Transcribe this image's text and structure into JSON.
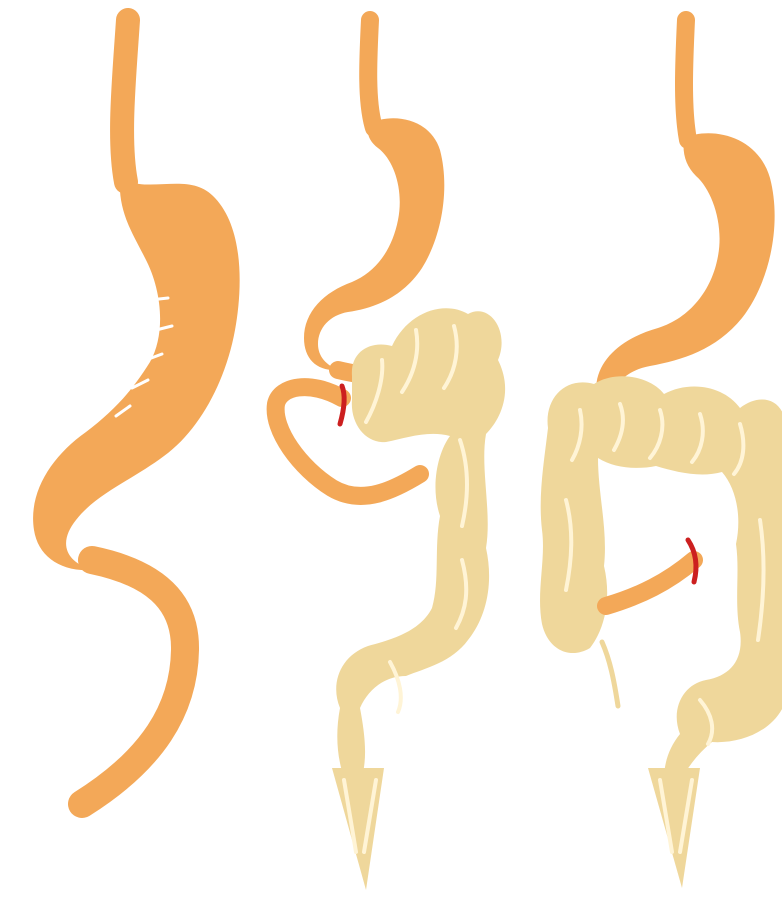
{
  "colors": {
    "background": "#ffffff",
    "stomach": "#f3a858",
    "small_intestine": "#f3a858",
    "colon": "#efd79b",
    "colon_highlight": "#fff4d6",
    "anastomosis": "#cc1f1f"
  },
  "panels": [
    {
      "id": "panel-1",
      "label": ""
    },
    {
      "id": "panel-2",
      "label": ""
    },
    {
      "id": "panel-3",
      "label": ""
    }
  ]
}
